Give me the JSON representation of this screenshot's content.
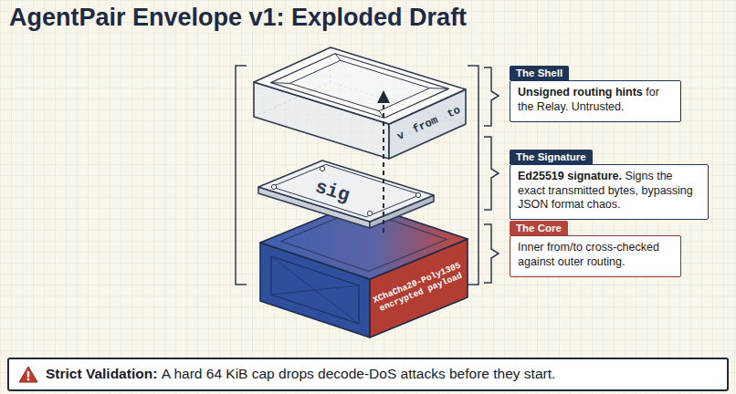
{
  "diagram": {
    "title": "AgentPair Envelope v1: Exploded Draft",
    "nodes": [
      {
        "text": [
          "The Shell",
          "Unsigned routing hints",
          "for the Relay. Untrusted."
        ]
      },
      {
        "text": [
          "The Signature",
          "Ed25519 signature.",
          "Signs the exact transmitted bytes, bypassing JSON format chaos."
        ]
      },
      {
        "text": [
          "The Core",
          "Inner from/to cross-checked against outer routing."
        ]
      },
      {
        "text": [
          "Strict Validation:",
          "A hard 64 KiB cap drops decode-DoS attacks before they start."
        ]
      }
    ],
    "labels": [
      "v",
      "from",
      "to",
      "sig",
      "XChaCha20-Poly1305 encrypted payload"
    ]
  }
}
